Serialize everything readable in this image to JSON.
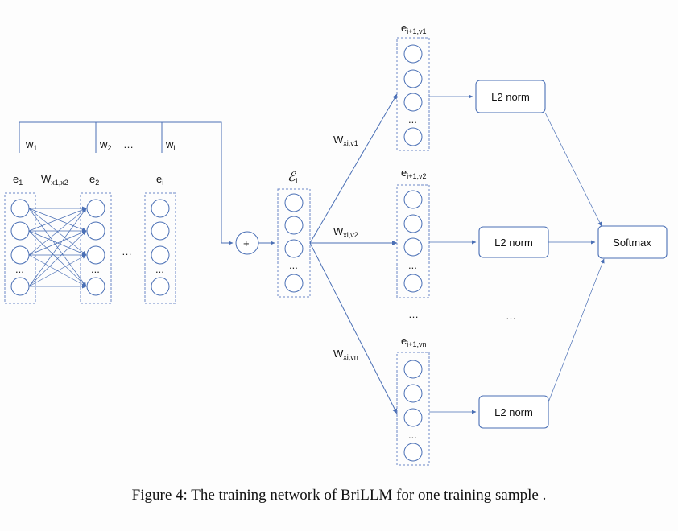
{
  "figure": {
    "caption": "Figure 4: The training network of BriLLM for one training sample ."
  },
  "input_nodes": {
    "e1": {
      "main": "e",
      "sub": "1"
    },
    "e2": {
      "main": "e",
      "sub": "2"
    },
    "ei": {
      "main": "e",
      "sub": "i"
    }
  },
  "weights": {
    "w1": {
      "main": "w",
      "sub": "1"
    },
    "w2": {
      "main": "w",
      "sub": "2"
    },
    "wi": {
      "main": "w",
      "sub": "i"
    },
    "w_dots": "…",
    "w_x1x2": {
      "main": "W",
      "sub": "x1,x2"
    }
  },
  "sum": {
    "plus": "+",
    "epsilon": {
      "main": "ℰ",
      "sub": "i"
    }
  },
  "branches": [
    {
      "weight": {
        "main": "W",
        "sub": "xi,v1"
      },
      "node": {
        "main": "e",
        "sub": "i+1,v1"
      },
      "norm": "L2 norm"
    },
    {
      "weight": {
        "main": "W",
        "sub": "xi,v2"
      },
      "node": {
        "main": "e",
        "sub": "i+1,v2"
      },
      "norm": "L2 norm"
    },
    {
      "weight": {
        "main": "W",
        "sub": "xi,vn"
      },
      "node": {
        "main": "e",
        "sub": "i+1,vn"
      },
      "norm": "L2 norm"
    }
  ],
  "softmax": "Softmax",
  "ellipsis": "…",
  "vertical_ellipsis": "..."
}
